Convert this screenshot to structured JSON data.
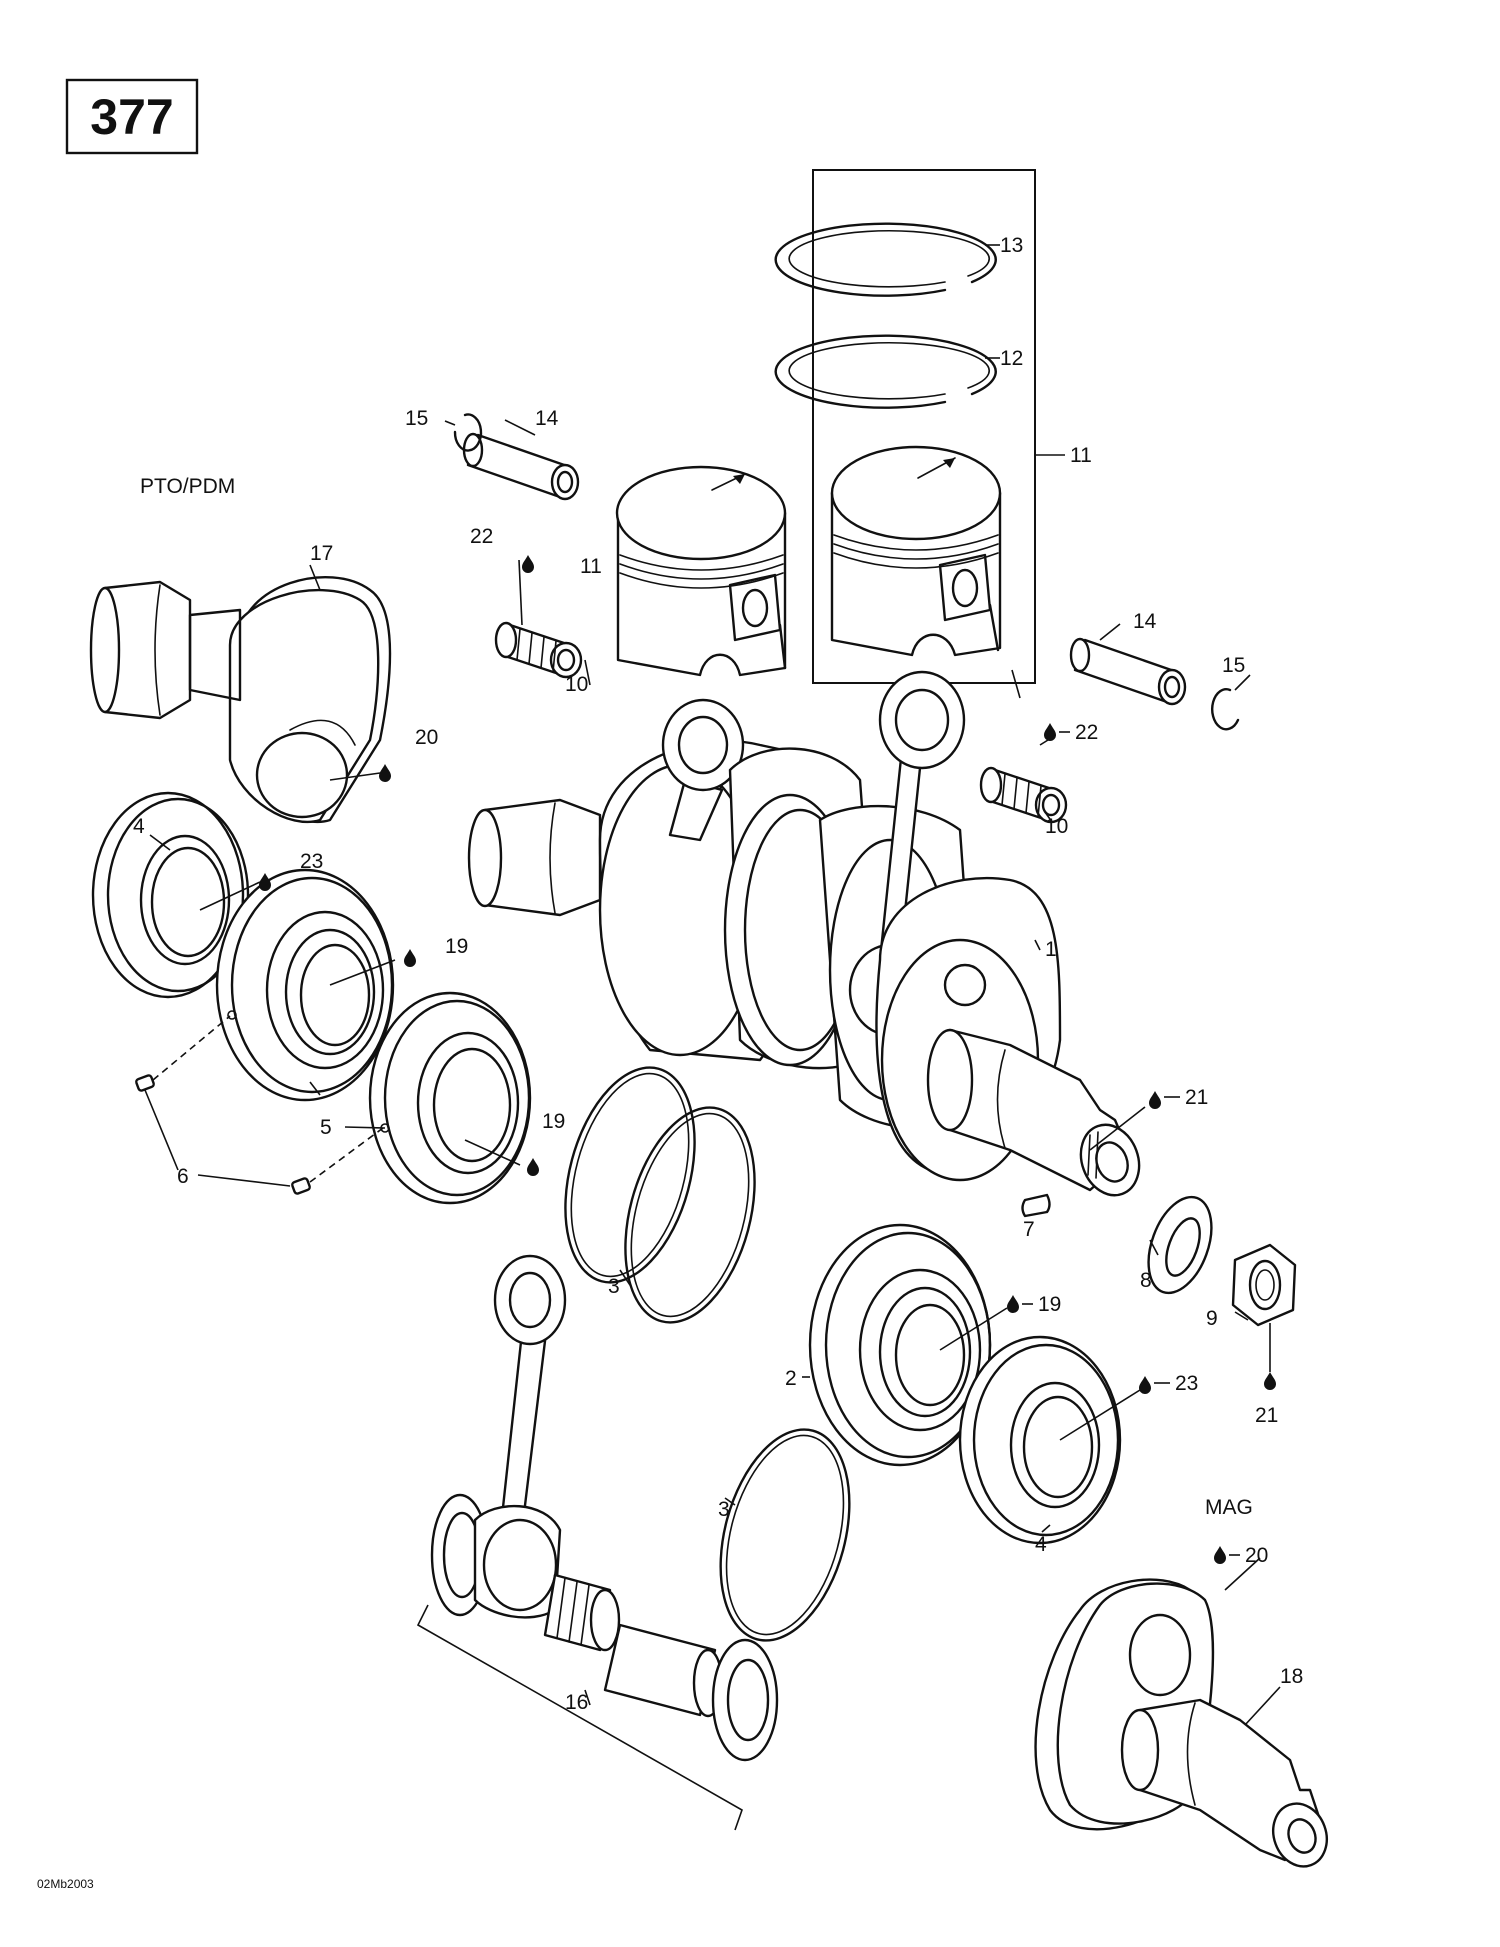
{
  "diagram_number": "377",
  "section_labels": {
    "pto": "PTO/PDM",
    "mag": "MAG"
  },
  "figure_reference": "02Mb2003",
  "callouts": {
    "c1": "1",
    "c2": "2",
    "c3a": "3",
    "c3b": "3",
    "c4a": "4",
    "c4b": "4",
    "c5": "5",
    "c6": "6",
    "c7": "7",
    "c8": "8",
    "c9": "9",
    "c10a": "10",
    "c10b": "10",
    "c11a": "11",
    "c11b": "11",
    "c12": "12",
    "c13": "13",
    "c14a": "14",
    "c14b": "14",
    "c15a": "15",
    "c15b": "15",
    "c16": "16",
    "c17": "17",
    "c18": "18",
    "c19a": "19",
    "c19b": "19",
    "c19c": "19",
    "c20a": "20",
    "c20b": "20",
    "c21a": "21",
    "c21b": "21",
    "c22a": "22",
    "c22b": "22",
    "c23a": "23",
    "c23b": "23"
  },
  "icons": {
    "lubricant": "oil-drop-icon"
  },
  "colors": {
    "ink": "#111111",
    "background": "#ffffff"
  }
}
